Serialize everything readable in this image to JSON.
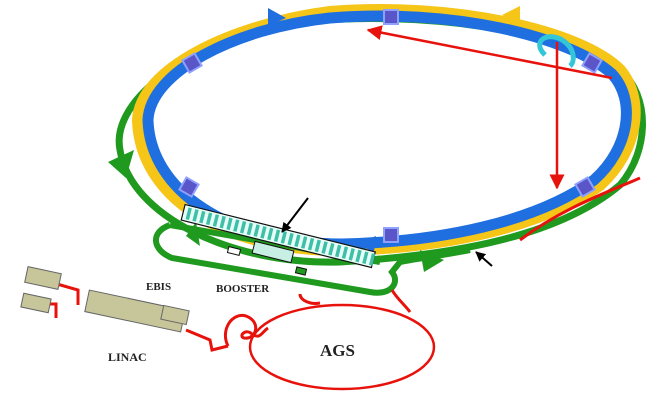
{
  "labels": {
    "ebis": "EBIS",
    "booster": "BOOSTER",
    "linac": "LINAC",
    "ags": "AGS"
  },
  "colors": {
    "blue_ring": "#1f6fe0",
    "yellow_ring": "#f5c518",
    "green_line": "#1f9a1f",
    "red_line": "#e8120c",
    "cyan_magnet": "#33c6d8",
    "node_fill": "#5a55c8",
    "linac_fill": "#c6c69a",
    "booster_stripe": "#3fbfa8"
  },
  "icons": [
    "arrow-black",
    "arrow-red",
    "node-square"
  ]
}
